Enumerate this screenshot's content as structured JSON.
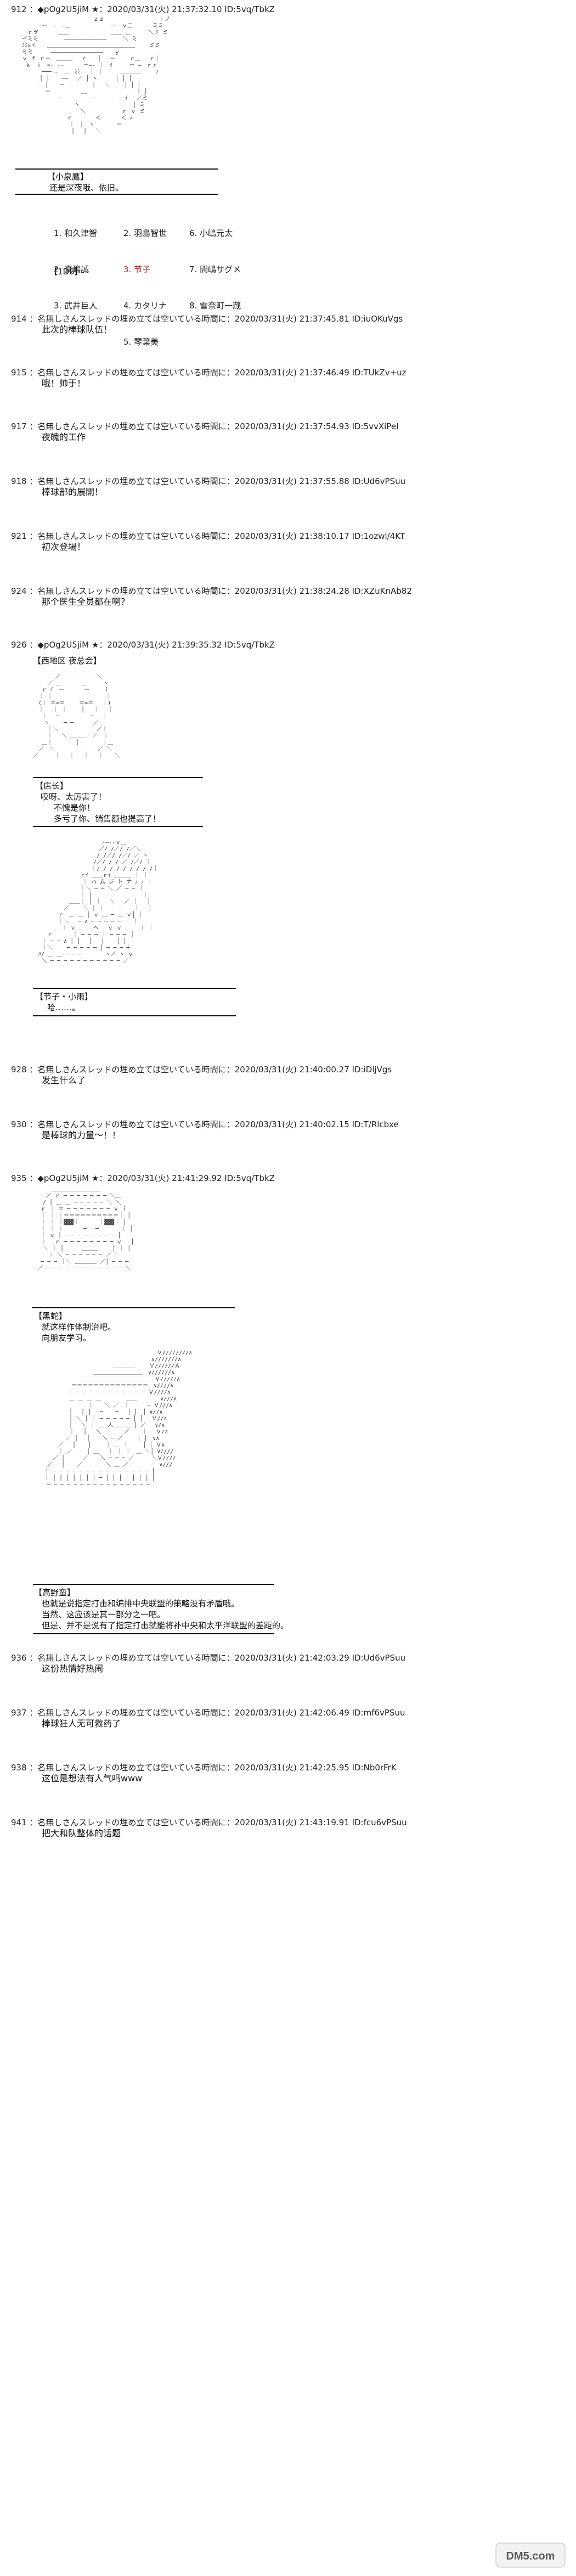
{
  "posts": [
    {
      "head": "912 ：◆pOg2U5jiM ★：2020/03/31(火) 21:37:32.10 ID:5vq/TbkZ"
    },
    {
      "head": "914 ：名無しさんスレッドの埋め立ては空いている時間に：2020/03/31(火) 21:37:45.81 ID:iuOKuVgs",
      "body": "此次的棒球队伍！"
    },
    {
      "head": "915 ：名無しさんスレッドの埋め立ては空いている時間に：2020/03/31(火) 21:37:46.49 ID:TUkZv+uz",
      "body": "哦！帅于！"
    },
    {
      "head": "917 ：名無しさんスレッドの埋め立ては空いている時間に：2020/03/31(火) 21:37:54.93 ID:5vvXiPeI",
      "body": "夜魄的工作"
    },
    {
      "head": "918 ：名無しさんスレッドの埋め立ては空いている時間に：2020/03/31(火) 21:37:55.88 ID:Ud6vPSuu",
      "body": "棒球部的展開！"
    },
    {
      "head": "921 ：名無しさんスレッドの埋め立ては空いている時間に：2020/03/31(火) 21:38:10.17 ID:1ozwl/4KT",
      "body": "初次登場！"
    },
    {
      "head": "924 ：名無しさんスレッドの埋め立ては空いている時間に：2020/03/31(火) 21:38:24.28 ID:XZuKnAb82",
      "body": "那个医生全员都在啊？"
    },
    {
      "head": "926 ：◆pOg2U5jiM ★：2020/03/31(火) 21:39:35.32 ID:5vq/TbkZ"
    },
    {
      "head": "928 ：名無しさんスレッドの埋め立ては空いている時間に：2020/03/31(火) 21:40:00.27 ID:iDljVgs",
      "body": "发生什么了"
    },
    {
      "head": "930 ：名無しさんスレッドの埋め立ては空いている時間に：2020/03/31(火) 21:40:02.15 ID:T/Rlcbxe",
      "body": "是棒球的力量～！！"
    },
    {
      "head": "935 ：◆pOg2U5jiM ★：2020/03/31(火) 21:41:29.92 ID:5vq/TbkZ"
    },
    {
      "head": "936 ：名無しさんスレッドの埋め立ては空いている時間に：2020/03/31(火) 21:42:03.29 ID:Ud6vPSuu",
      "body": "这份热情好热闹"
    },
    {
      "head": "937 ：名無しさんスレッドの埋め立ては空いている時間に：2020/03/31(火) 21:42:06.49 ID:mf6vPSuu",
      "body": "棒球狂人无可救药了"
    },
    {
      "head": "938 ：名無しさんスレッドの埋め立ては空いている時間に：2020/03/31(火) 21:42:25.95 ID:Nb0rFrK",
      "body": "这位是想法有人气吗www"
    },
    {
      "head": "941 ：名無しさんスレッドの埋め立ては空いている時間に：2020/03/31(火) 21:43:19.91 ID:fcu6vPSuu",
      "body": "把大和队整体的话题"
    }
  ],
  "block912": {
    "speaker": "【小泉鷹】",
    "line": "还是深夜哦、依旧。",
    "list_col1": [
      "1. 和久津智",
      "2. 真嶋誠",
      "3. 武井巨人"
    ],
    "list_col2": [
      "2. 羽島智世",
      "3. 节子",
      "4. カタリナ",
      "5. 琴葉美"
    ],
    "list_col3": [
      "6. 小嶋元太",
      "7. 間嶋サグメ",
      "8. 雪奈町一蔵"
    ],
    "tag": "【1D8】"
  },
  "block926": {
    "header": "【西地区 夜总会】",
    "speaker1": "【店长】",
    "lines1": [
      "哎呀、太厉害了！",
      "不愧是你！",
      "多亏了你、销售额也提高了！"
    ],
    "speaker2": "【节子・小雨】",
    "lines2": [
      "哈……。"
    ]
  },
  "block935": {
    "speaker1": "【黑蛇】",
    "lines1": [
      "就这样作体制治吧。",
      "向朋友学习。"
    ],
    "speaker2": "【高野蛮】",
    "lines2": [
      "也就是说指定打击和编排中央联盟的策略没有矛盾哦。",
      "当然、这应该是其一部分之一吧。",
      "但是、并不是说有了指定打击就能将补中央和太平洋联盟的差距的。"
    ]
  },
  "watermark": "DM5.com"
}
